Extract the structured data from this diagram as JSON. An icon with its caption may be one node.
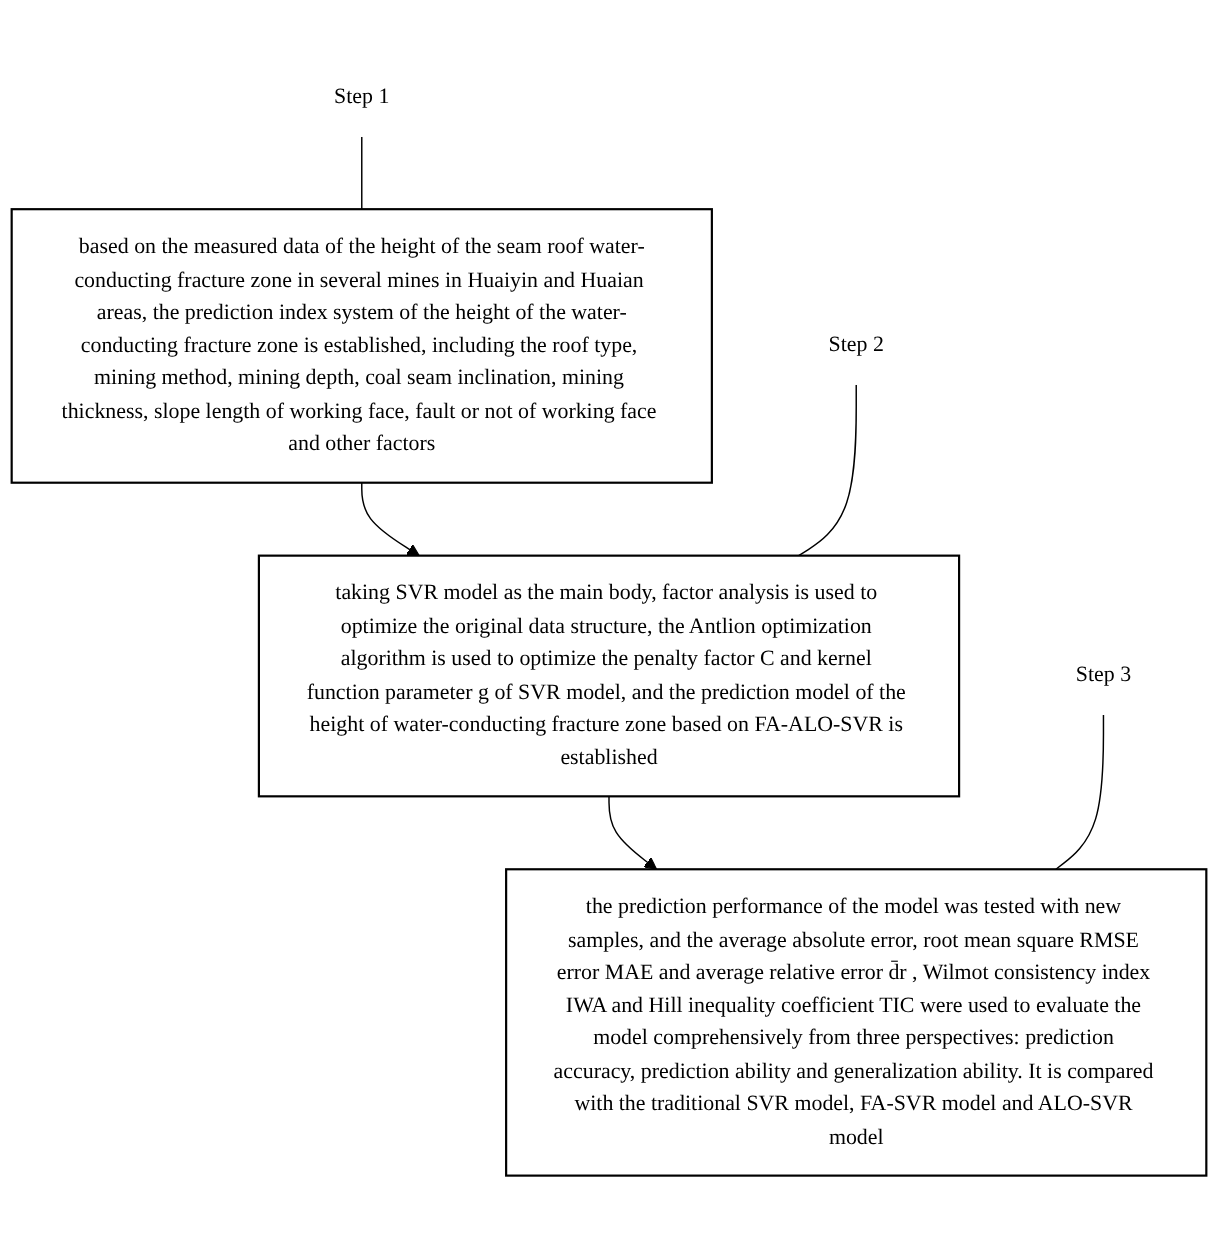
{
  "diagram": {
    "nodes": [
      {
        "text": [
          "based on the measured data of the height of the seam roof water-conducting fracture zone in several mines in Huaiyin and Huaian areas, the prediction index system of the height of the water-conducting fracture zone is established, including the roof type, mining method, mining depth, coal seam inclination, mining thickness, slope length of working face, fault or not of working face and other factors"
        ]
      },
      {
        "text": [
          "Step 1"
        ]
      },
      {
        "text": [
          "taking SVR model as the main body, factor analysis is used to optimize the original data structure, the Antlion optimization algorithm is used to optimize the penalty factor C and kernel function parameter g of SVR model, and the prediction model of the height of water-conducting fracture zone based on FA-ALO-SVR is established"
        ]
      },
      {
        "text": [
          "Step 2"
        ]
      },
      {
        "text": [
          "the prediction performance of the model was tested with new samples, and the average absolute error, root mean square RMSE error MAE and average relative error d̄r , Wilmot consistency index IWA and Hill inequality coefficient TIC were used to evaluate the model comprehensively from three perspectives: prediction accuracy, prediction ability and generalization ability. It is compared with the traditional SVR model, FA-SVR model and ALO-SVR model"
        ]
      },
      {
        "text": [
          "Step 3"
        ]
      }
    ],
    "edges": [
      {
        "from": 0,
        "to": 2,
        "arrow": "to"
      },
      {
        "from": 2,
        "to": 4,
        "arrow": "to"
      },
      {
        "from": 1,
        "to": 0,
        "arrow": "none"
      },
      {
        "from": 3,
        "to": 2,
        "arrow": "none"
      },
      {
        "from": 5,
        "to": 4,
        "arrow": "none"
      }
    ]
  }
}
